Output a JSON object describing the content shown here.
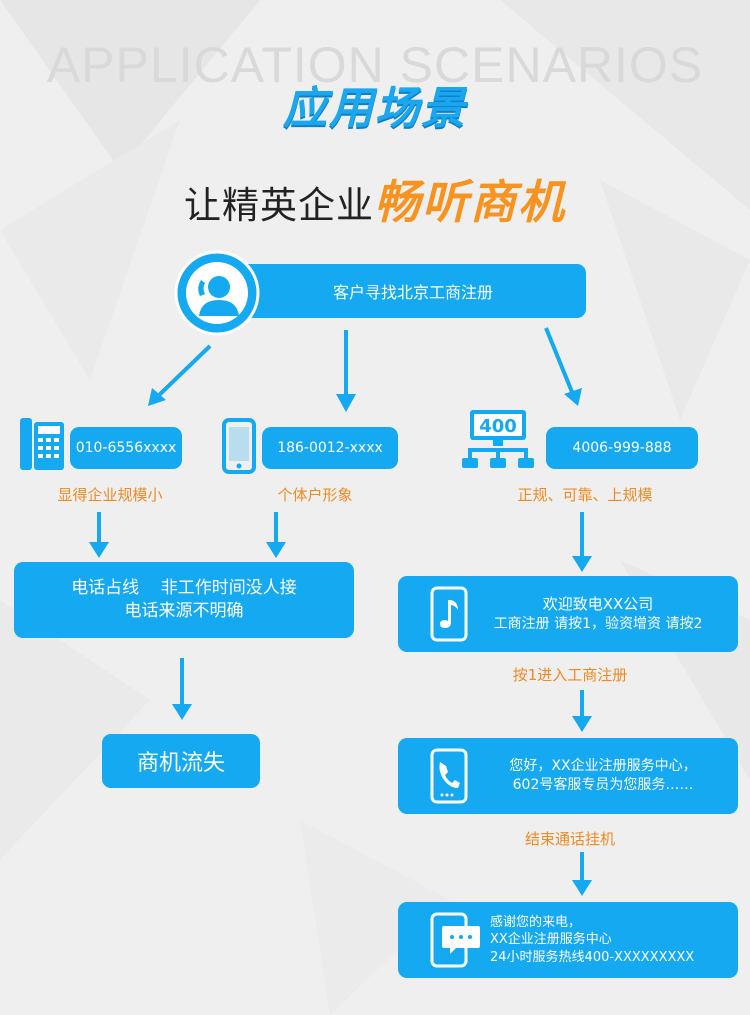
{
  "watermark": "APPLICATION SCENARIOS",
  "title": "应用场景",
  "slogan": {
    "prefix": "让精英企业",
    "highlight": "畅听商机"
  },
  "top": {
    "text": "客户寻找北京工商注册"
  },
  "branches": [
    {
      "number": "010-6556xxxx",
      "note": "显得企业规模小"
    },
    {
      "number": "186-0012-xxxx",
      "note": "个体户形象"
    },
    {
      "number": "4006-999-888",
      "note": "正规、可靠、上规模",
      "badge": "400"
    }
  ],
  "left_flow": {
    "problem": {
      "line1": "电话占线    非工作时间没人接",
      "line2": "电话来源不明确"
    },
    "result": "商机流失"
  },
  "right_flow": {
    "step1": {
      "line1": "欢迎致电XX公司",
      "line2": "工商注册 请按1，验资增资 请按2"
    },
    "action1": "按1进入工商注册",
    "step2": {
      "line1": "您好，XX企业注册服务中心，",
      "line2": "602号客服专员为您服务……"
    },
    "action2": "结束通话挂机",
    "step3": {
      "line1": "感谢您的来电，",
      "line2": "XX企业注册服务中心",
      "line3": "24小时服务热线400-XXXXXXXXX"
    }
  },
  "colors": {
    "blue": "#14a9f1",
    "orange": "#f08a24",
    "background": "#efefef"
  }
}
